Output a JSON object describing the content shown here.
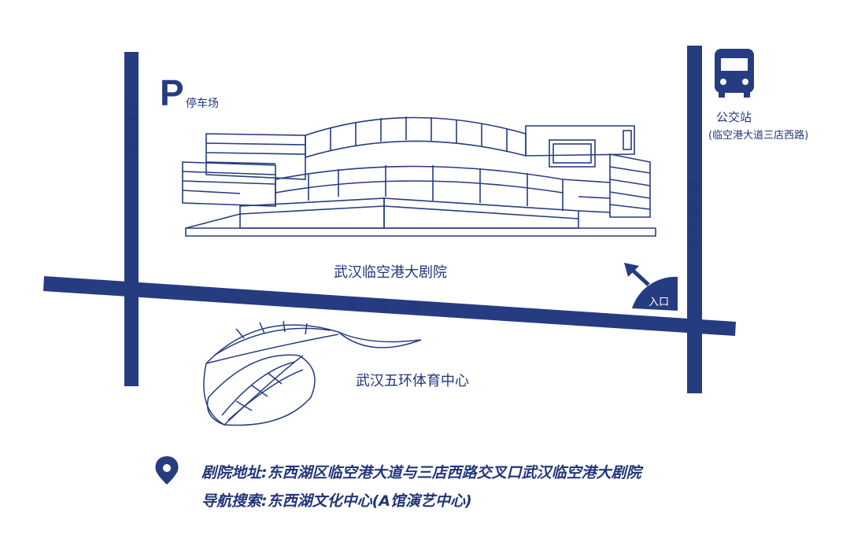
{
  "colors": {
    "ink": "#22357a",
    "road": "#263c80",
    "background": "#ffffff"
  },
  "icons": {
    "parking": "parking-P",
    "bus": "bus-icon",
    "location": "location-pin-icon",
    "arrow": "entrance-arrow-icon"
  },
  "roads": {
    "jingxi": "径西六路",
    "linkonggang": "临空港大道",
    "lingyun": "凌 云 路"
  },
  "parking": {
    "symbol": "P",
    "label": "停车场"
  },
  "bus_stop": {
    "label": "公交站",
    "sublabel": "(临空港大道三店西路)"
  },
  "landmarks": {
    "theater": "武汉临空港大剧院",
    "stadium": "武汉五环体育中心"
  },
  "entrance": {
    "label": "入口"
  },
  "info": {
    "address": "剧院地址:东西湖区临空港大道与三店西路交叉口武汉临空港大剧院",
    "navigation": "导航搜索:东西湖文化中心(A馆演艺中心)"
  }
}
